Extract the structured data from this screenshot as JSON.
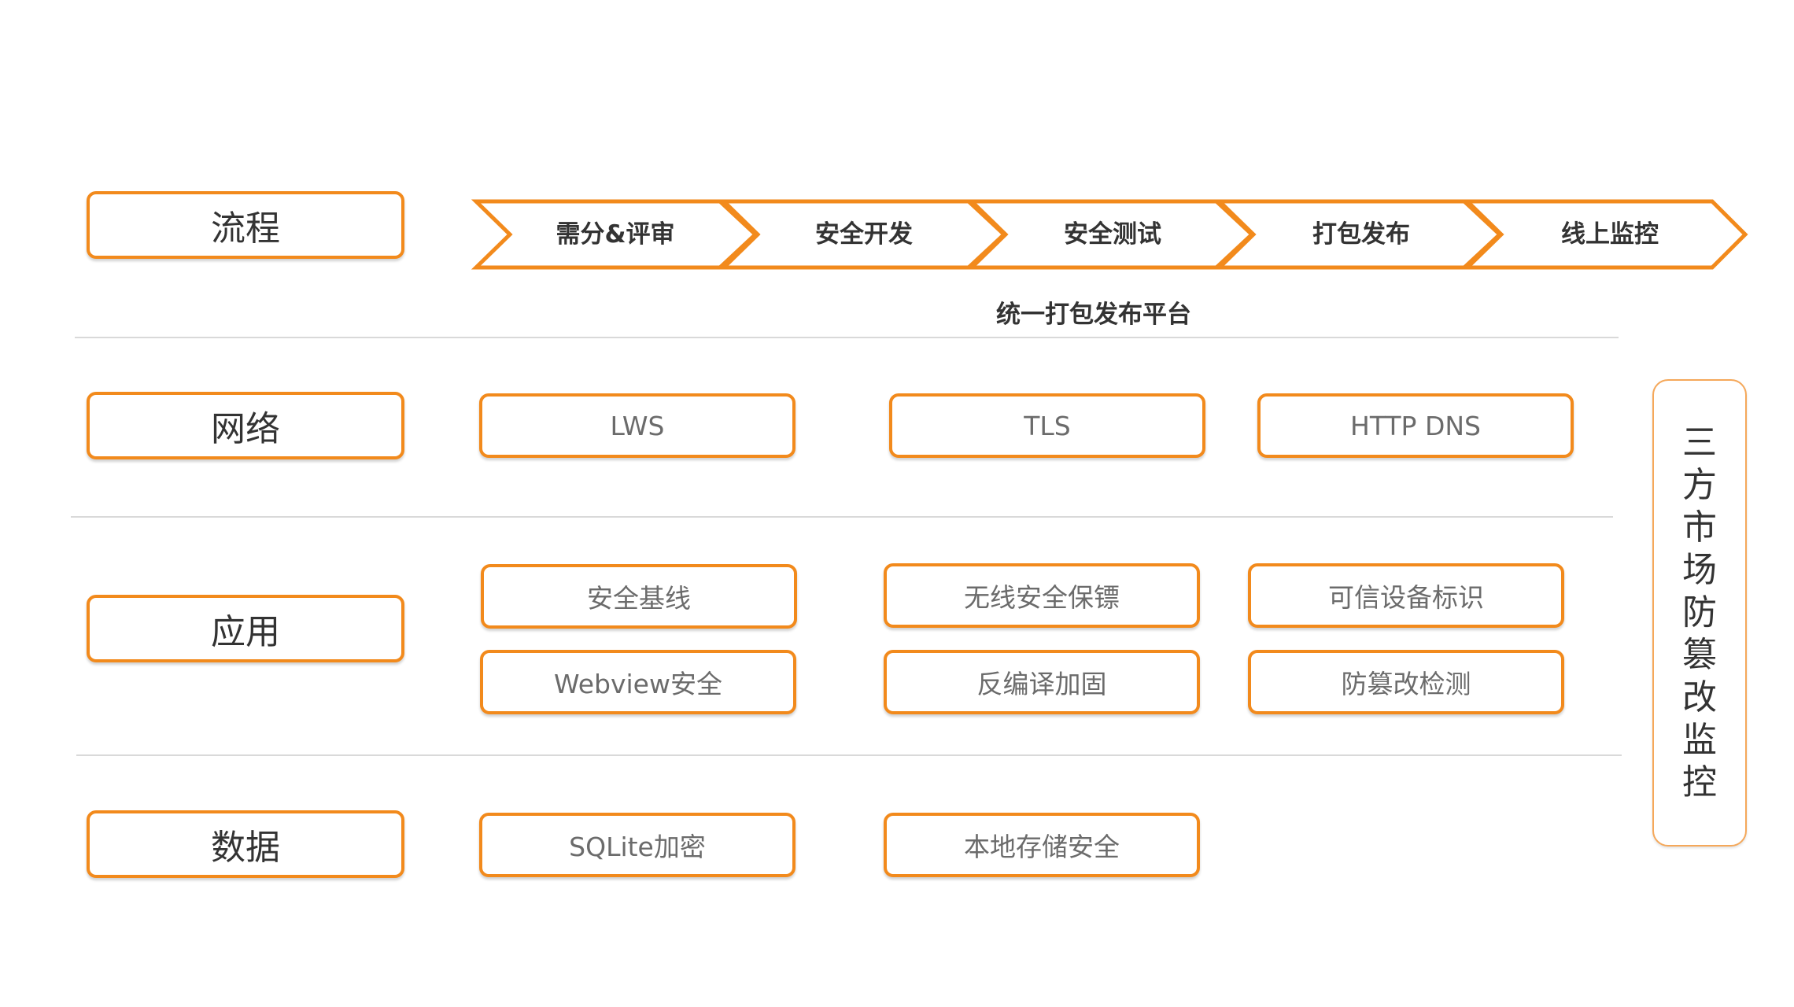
{
  "categories": {
    "process": "流程",
    "network": "网络",
    "application": "应用",
    "data": "数据"
  },
  "process_steps": [
    "需分&评审",
    "安全开发",
    "安全测试",
    "打包发布",
    "线上监控"
  ],
  "platform_label": "统一打包发布平台",
  "network_items": [
    "LWS",
    "TLS",
    "HTTP DNS"
  ],
  "application_items": {
    "row1": [
      "安全基线",
      "无线安全保镖",
      "可信设备标识"
    ],
    "row2": [
      "Webview安全",
      "反编译加固",
      "防篡改检测"
    ]
  },
  "data_items": [
    "SQLite加密",
    "本地存储安全"
  ],
  "side_panel": [
    "三",
    "方",
    "市",
    "场",
    "防",
    "篡",
    "改",
    "监",
    "控"
  ],
  "colors": {
    "accent": "#f28a1c",
    "divider": "#d9d9d9",
    "text": "#333333",
    "muted_text": "#6b6b6b"
  }
}
